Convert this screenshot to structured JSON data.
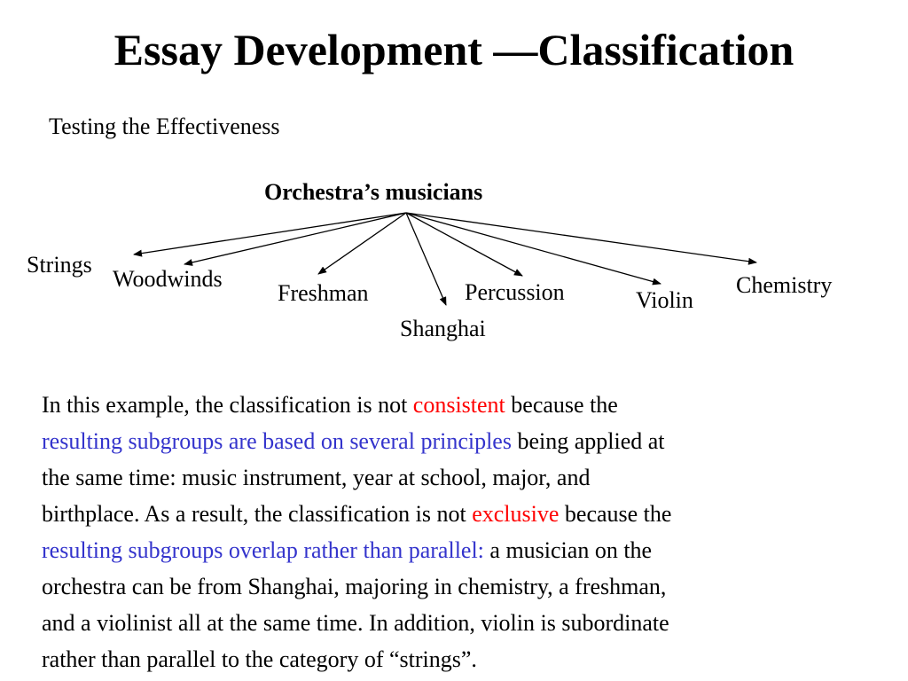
{
  "slide": {
    "title": "Essay Development —Classification",
    "subtitle": "Testing the Effectiveness"
  },
  "diagram": {
    "root": "Orchestra’s musicians",
    "nodes": {
      "strings": "Strings",
      "woodwinds": "Woodwinds",
      "freshman": "Freshman",
      "shanghai": "Shanghai",
      "percussion": "Percussion",
      "violin": "Violin",
      "chemistry": "Chemistry"
    },
    "arrow_color": "#000000"
  },
  "paragraph": {
    "l1_a": "In this example, the classification is not ",
    "l1_b": "consistent",
    "l1_c": " because the",
    "l2_a": "resulting subgroups are based on several principles",
    "l2_b": " being applied at",
    "l3": "the same time: music instrument, year at school, major, and",
    "l4_a": "birthplace. As a result, the classification is not ",
    "l4_b": "exclusive",
    "l4_c": " because the",
    "l5_a": "resulting subgroups overlap rather than parallel:",
    "l5_b": " a musician on the",
    "l6": "orchestra can be from Shanghai, majoring in chemistry, a freshman,",
    "l7": "and a violinist all at the same time. In addition, violin is subordinate",
    "l8": "rather than parallel to the category of “strings”."
  },
  "colors": {
    "emphasis_red": "#ff0000",
    "emphasis_blue": "#3333cc",
    "text": "#000000",
    "background": "#ffffff"
  }
}
